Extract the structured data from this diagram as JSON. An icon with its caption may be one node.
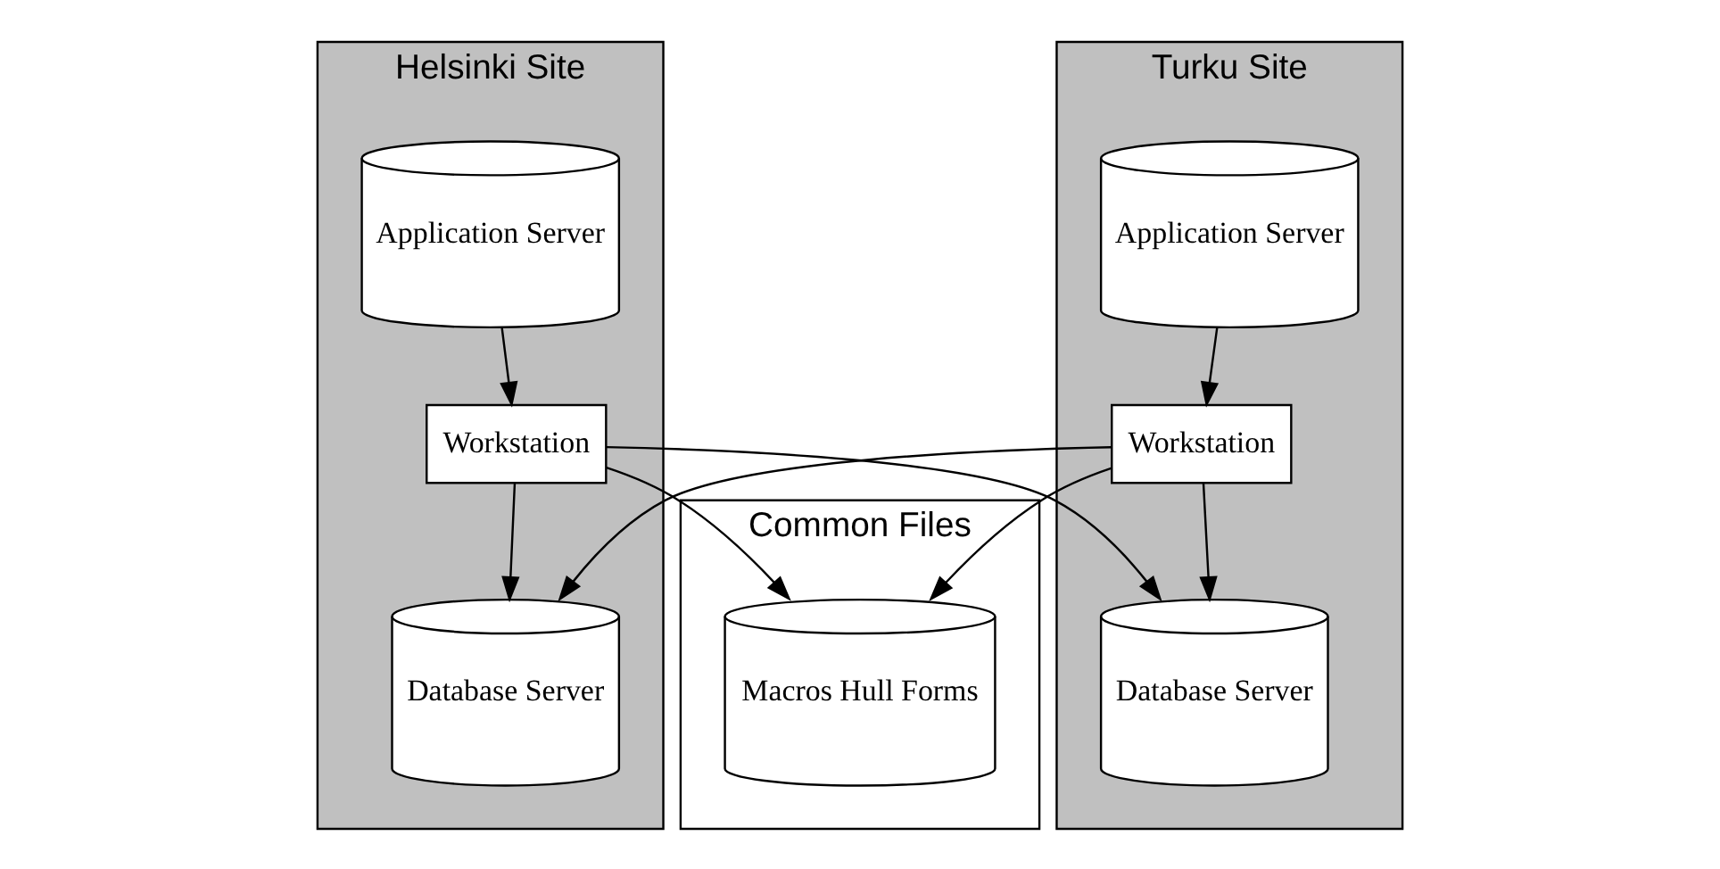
{
  "diagram": {
    "nodes": [
      {
        "text": [
          "Helsinki Site"
        ]
      },
      {
        "text": [
          "Workstation"
        ],
        "in": 0
      },
      {
        "text": [
          "Application Server"
        ],
        "in": 0
      },
      {
        "text": [
          "Database Server"
        ],
        "in": 0
      },
      {
        "text": [
          "Common Files"
        ]
      },
      {
        "text": [
          "Macros Hull Forms"
        ],
        "in": 4
      },
      {
        "text": [
          "Turku Site"
        ]
      },
      {
        "text": [
          "Workstation"
        ],
        "in": 6
      },
      {
        "text": [
          "Application Server"
        ],
        "in": 6
      },
      {
        "text": [
          "Database Server"
        ],
        "in": 6
      }
    ],
    "edges": [
      {
        "from": 2,
        "to": 1,
        "arrow": "to"
      },
      {
        "from": 1,
        "to": 3,
        "arrow": "to"
      },
      {
        "from": 1,
        "to": 5,
        "arrow": "to"
      },
      {
        "from": 1,
        "to": 9,
        "arrow": "to"
      },
      {
        "from": 7,
        "to": 3,
        "arrow": "to"
      },
      {
        "from": 7,
        "to": 5,
        "arrow": "to"
      },
      {
        "from": 8,
        "to": 7,
        "arrow": "to"
      },
      {
        "from": 7,
        "to": 9,
        "arrow": "to"
      }
    ]
  }
}
